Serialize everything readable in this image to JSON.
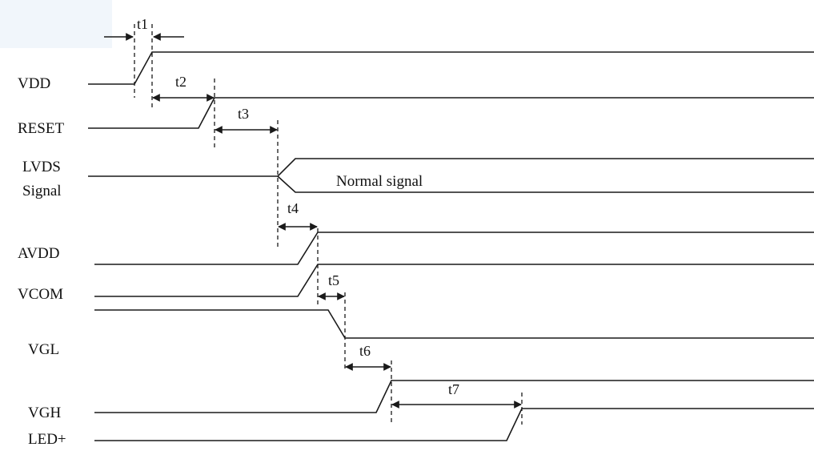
{
  "diagram": {
    "signals": {
      "vdd": "VDD",
      "reset": "RESET",
      "lvds_line1": "LVDS",
      "lvds_line2": "Signal",
      "avdd": "AVDD",
      "vcom": "VCOM",
      "vgl": "VGL",
      "vgh": "VGH",
      "led": "LED+"
    },
    "lvds_state": "Normal signal",
    "timing": {
      "t1": "t1",
      "t2": "t2",
      "t3": "t3",
      "t4": "t4",
      "t5": "t5",
      "t6": "t6",
      "t7": "t7"
    }
  }
}
